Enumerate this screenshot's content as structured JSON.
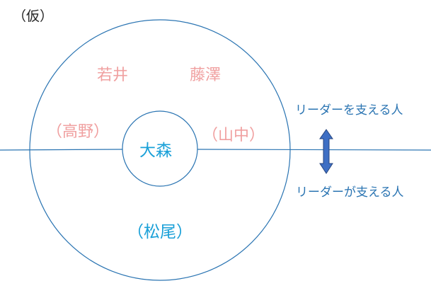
{
  "tag": "（仮）",
  "names": {
    "upper_left": "若井",
    "upper_right": "藤澤",
    "left": "（高野）",
    "right": "（山中）",
    "center": "大森",
    "bottom": "（松尾）"
  },
  "side": {
    "top": "リーダーを支える人",
    "bottom": "リーダーが支える人"
  },
  "colors": {
    "line": "#2a74b2",
    "arrow": "#3e6fc4",
    "upper_names": "#f0a0a0",
    "lower_names": "#1aa0d8",
    "side_text": "#2a74b2"
  }
}
